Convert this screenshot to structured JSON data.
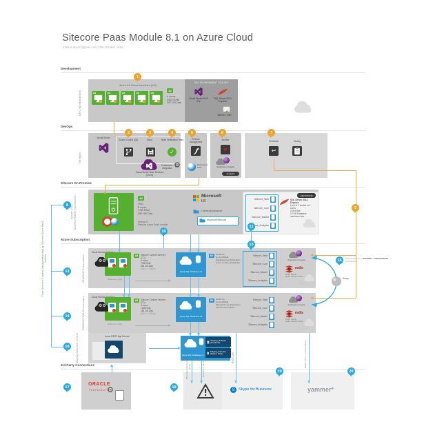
{
  "title": "Sitecore Paas Module 8.1 on Azure Cloud",
  "subtitle": "mark.a.taylor@gmail.com | 5th October 2016",
  "bands": {
    "development": "Development",
    "devops": "DevOps",
    "onprem": "Sitecore On Premise",
    "azure": "Azure Subscription",
    "thirdparty": "3rd Party Connections"
  },
  "pins": [
    "1",
    "2",
    "3",
    "4",
    "5",
    "6",
    "7",
    "8",
    "9",
    "10",
    "11",
    "12",
    "13",
    "14",
    "15",
    "16",
    "17",
    "18",
    "19",
    "20"
  ],
  "development": {
    "side_label": "DEV Workstations",
    "vm_group_label": "Azure A4 Virtual Machines (VM)",
    "vm_label": "VM",
    "spec_badge": "A2",
    "spec_lines": [
      "4 cores",
      "3500 RAM",
      "300 GB Disk"
    ],
    "tooling_header": "DEV ENVIRONMENT TOOLING",
    "tool_vs": "Visual Studio 2015 Ent",
    "tool_sql": "SQL Server 2014 Express",
    "tool_net": "Sitecore .NET"
  },
  "devops": {
    "side_label": "DevOps",
    "vs_label": "Visual Studio",
    "source_label": "Source Control (Git)",
    "build_label": "Build",
    "verify_label": "Build Verification Tests",
    "vsts_line1": "Visual Studio Team Services",
    "vsts_line2": "(VSTS)",
    "ci_label": "Continuous Integration",
    "release_label": "Release Management",
    "slots_label": "Deployment Slots",
    "monitor_label": "Monitor",
    "appinsights_label": "Application Insights",
    "analytics_badge": "Analytics",
    "feedback_label": "Feedback",
    "testing_label": "Testing"
  },
  "onprem": {
    "side_label_1": "Azure VM",
    "side_label_2": "DEVELOPMENT Environment",
    "left_note": "From Sitecore Content Management deploy Sitecore Azure PaaS module",
    "spec_badge": "A4",
    "spec_lines": [
      "VHD",
      "8 cores",
      "7GB RAM",
      "290 GB Disk"
    ],
    "version_line1": "Version 8",
    "version_line2": "Sitecore Azure PaaS module",
    "iis_title": "Microsoft",
    "iis_sub": "IIS",
    "path_1": "C:\\inetpub\\wwwroot",
    "path_2": "wwwroot\\Sitecore",
    "sql_title": "SQL Server 2014 Express",
    "sql_lines": [
      "Limit of 1 socket or 4 cores",
      "1GB RAM",
      "10 GB Database maximum size"
    ],
    "limits_badge": "LIMITATIONS"
  },
  "sitecore_dbs": [
    "Sitecore_Web",
    "Sitecore_Core",
    "Sitecore_Master",
    "Sitecore_Analytics"
  ],
  "azure": {
    "staging": {
      "side_label": "STAGING Environment",
      "cloud_service": "Cloud Service (Classic)",
      "badge": "A3",
      "cd_lines": [
        "Sitecore Content Delivery",
        "(CD)",
        "4 cores",
        "7GB RAM",
        "285 GB Disk"
      ],
      "cd_note": "(Web + 1 slots)",
      "scale_label": "Scale out config",
      "sqldb_label": "Azure SQL Databases x4",
      "db_badge": "S0",
      "db_lines": [
        "S0 DTUs",
        "Up to 250GB",
        "Standard Geo Replication",
        "Active in other datacenter"
      ]
    },
    "production": {
      "side_label": "PRODUCTION Environment",
      "cloud_service": "Cloud Service (Classic)",
      "badge": "A4",
      "cd_lines": [
        "Sitecore Content Delivery",
        "(CD)",
        "4 cores",
        "7GB RAM",
        "285 GB Disk"
      ],
      "cd_note": "(Web + 1 slots)",
      "scale_label": "Scale out config",
      "sqldb_label": "Azure SQL Databases x4",
      "db_badge": "S0",
      "db_lines": [
        "S0 DTUs",
        "Up to 250GB",
        "Standard Geo Replication",
        "Point in time restore"
      ]
    },
    "appinsights_label": "Application Insights",
    "redis_word": "redis",
    "redis_line1": "Redis Cache",
    "redis_line2": "Redis Session State",
    "cloud_caption": "Microsoft Azure",
    "swap": {
      "label": "Swap",
      "note_pre": "Perform swap from ",
      "note_s1": "STAGING",
      "note_mid": " to ",
      "note_s2": "PRODUCTION",
      "note_post": " environments"
    }
  },
  "stagingdata": {
    "side_label": "Staging Data Web Service",
    "app_service_line1": "Azure REST",
    "app_service_line2": "App Service",
    "sqldb_label": "Azure SQL Databases x2",
    "db_items": [
      "Staging_Release (Products)",
      "Staging_Release (Master Data)"
    ]
  },
  "connections": {
    "oracle_title": "ORACLE",
    "oracle_sub": "PEOPLESOFT",
    "win_auth_label": "Windows Authentication (AD)",
    "dir_sync_label": "Directory Sync",
    "rest_api_label": "REST API",
    "rest_api_unified_label": "REST API + (Unified API)",
    "skype_label": "Skype for Business",
    "yammer_label": "yammer*"
  },
  "colors": {
    "orange": "#f0a32a",
    "blue": "#2aa9e0",
    "green": "#56b030",
    "azure_box": "#2e96d0",
    "redis": "#a41e11"
  }
}
